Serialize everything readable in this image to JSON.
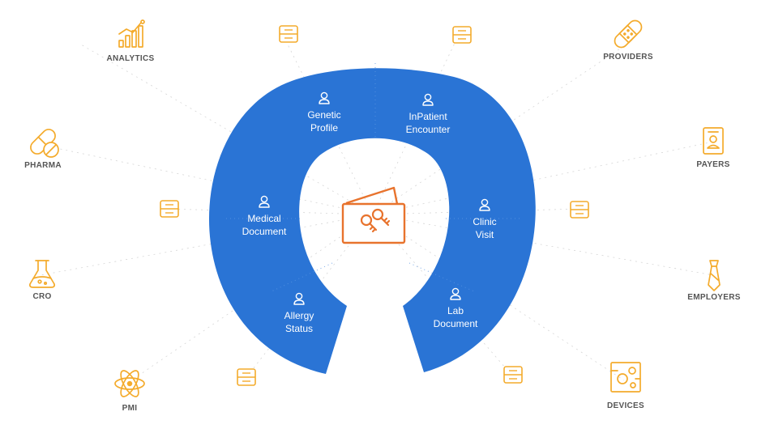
{
  "colors": {
    "ring": "#2a74d5",
    "ring_divider": "#5b96e3",
    "wallet": "#e8732d",
    "icon": "#f4ab2c",
    "label": "#555555",
    "text_on_ring": "#ffffff"
  },
  "center": {
    "icon": "wallet-key-icon"
  },
  "segments": [
    {
      "id": "genetic-profile",
      "line1": "Genetic",
      "line2": "Profile",
      "icon": "user-icon"
    },
    {
      "id": "inpatient-encounter",
      "line1": "InPatient",
      "line2": "Encounter",
      "icon": "user-icon"
    },
    {
      "id": "medical-document",
      "line1": "Medical",
      "line2": "Document",
      "icon": "user-icon"
    },
    {
      "id": "clinic-visit",
      "line1": "Clinic",
      "line2": "Visit",
      "icon": "user-icon"
    },
    {
      "id": "allergy-status",
      "line1": "Allergy",
      "line2": "Status",
      "icon": "user-icon"
    },
    {
      "id": "lab-document",
      "line1": "Lab",
      "line2": "Document",
      "icon": "user-icon"
    }
  ],
  "stakeholders": [
    {
      "id": "analytics",
      "label": "ANALYTICS",
      "icon": "bar-chart-icon"
    },
    {
      "id": "pharma",
      "label": "PHARMA",
      "icon": "pill-icon"
    },
    {
      "id": "cro",
      "label": "CRO",
      "icon": "flask-icon"
    },
    {
      "id": "pmi",
      "label": "PMI",
      "icon": "atom-icon"
    },
    {
      "id": "providers",
      "label": "PROVIDERS",
      "icon": "bandage-icon"
    },
    {
      "id": "payers",
      "label": "PAYERS",
      "icon": "id-card-icon"
    },
    {
      "id": "employers",
      "label": "EMPLOYERS",
      "icon": "necktie-icon"
    },
    {
      "id": "devices",
      "label": "DEVICES",
      "icon": "device-board-icon"
    }
  ],
  "database_icon": "database-icon"
}
